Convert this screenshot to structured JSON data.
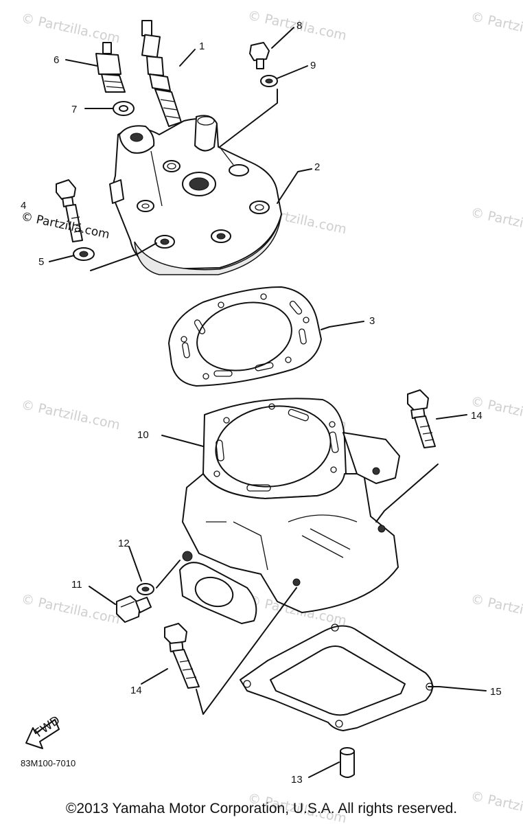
{
  "watermark": "© Partzilla.com",
  "overlay_watermark": "© Partzilla.com",
  "diagram_code": "83M100-7010",
  "fwd_marker": "FWD",
  "copyright": "©2013 Yamaha Motor Corporation, U.S.A. All rights reserved.",
  "callouts": [
    "1",
    "2",
    "3",
    "4",
    "5",
    "6",
    "7",
    "8",
    "9",
    "10",
    "11",
    "12",
    "13",
    "14",
    "14",
    "15"
  ]
}
